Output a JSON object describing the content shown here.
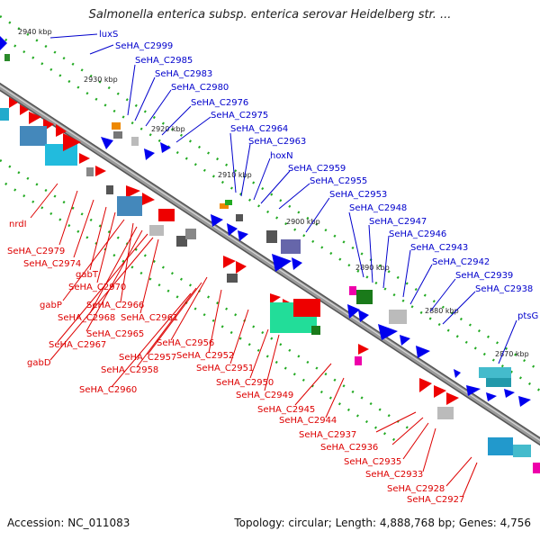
{
  "title": "Salmonella enterica subsp. enterica serovar Heidelberg str. ...",
  "footer": {
    "accession": "Accession: NC_011083",
    "topology": "Topology: circular; Length: 4,888,768 bp; Genes: 4,756"
  },
  "colors": {
    "forward_label": "#0000cc",
    "reverse_label": "#dd0000",
    "backbone": "#777777",
    "tick": "#22aa22"
  },
  "kbp_ticks": [
    "2940 kbp",
    "2930 kbp",
    "2920 kbp",
    "2910 kbp",
    "2900 kbp",
    "2890 kbp",
    "2880 kbp",
    "2870 kbp"
  ],
  "forward_genes": [
    "luxS",
    "SeHA_C2999",
    "SeHA_C2985",
    "SeHA_C2983",
    "SeHA_C2980",
    "SeHA_C2976",
    "SeHA_C2975",
    "SeHA_C2964",
    "SeHA_C2963",
    "hoxN",
    "SeHA_C2959",
    "SeHA_C2955",
    "SeHA_C2953",
    "SeHA_C2948",
    "SeHA_C2947",
    "SeHA_C2946",
    "SeHA_C2943",
    "SeHA_C2942",
    "SeHA_C2939",
    "SeHA_C2938",
    "ptsG"
  ],
  "reverse_genes": [
    "nrdI",
    "SeHA_C2979",
    "SeHA_C2974",
    "gabT",
    "SeHA_C2970",
    "gabP",
    "SeHA_C2966",
    "SeHA_C2968",
    "SeHA_C2961",
    "SeHA_C2965",
    "SeHA_C2967",
    "gabD",
    "SeHA_C2956",
    "SeHA_C2957",
    "SeHA_C2952",
    "SeHA_C2958",
    "SeHA_C2951",
    "SeHA_C2960",
    "SeHA_C2950",
    "SeHA_C2949",
    "SeHA_C2945",
    "SeHA_C2944",
    "SeHA_C2937",
    "SeHA_C2936",
    "SeHA_C2935",
    "SeHA_C2933",
    "SeHA_C2928",
    "SeHA_C2927"
  ]
}
